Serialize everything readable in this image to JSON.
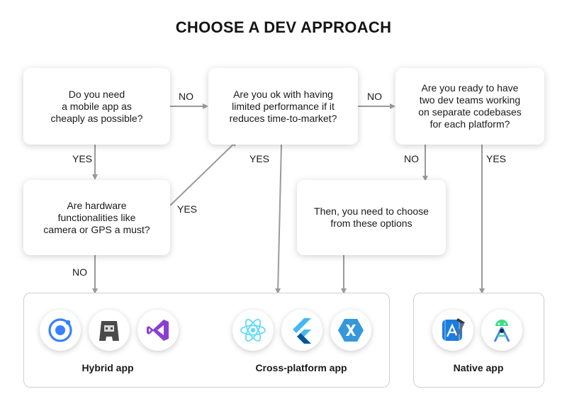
{
  "title": "CHOOSE A DEV APPROACH",
  "colors": {
    "arrow": "#9a9a9a",
    "group_border": "#cfcfcf",
    "ionic": "#3880ff",
    "vs": "#8a3fd1",
    "react": "#61dafb",
    "flutter": "#44b8f2",
    "xamarin": "#3498db",
    "xcode": "#1c7ce0",
    "android": "#3ddc84"
  },
  "nodes": {
    "q1": "Do you need\na mobile app as\ncheaply as possible?",
    "q2": "Are you ok with having\nlimited performance if it\nreduces time-to-market?",
    "q3": "Are you ready to have\ntwo dev teams working\non separate codebases\nfor each platform?",
    "q4": "Are hardware\nfunctionalities like\ncamera or GPS a must?",
    "q5": "Then, you need to choose\nfrom these options"
  },
  "edges": {
    "q1_no": "NO",
    "q2_no": "NO",
    "q1_yes": "YES",
    "q4_yes": "YES",
    "q2_yes": "YES",
    "q3_no": "NO",
    "q3_yes": "YES",
    "q4_no": "NO"
  },
  "groups": {
    "hybrid": {
      "label": "Hybrid app",
      "icons": [
        "ionic-icon",
        "cordova-icon",
        "visual-studio-icon"
      ]
    },
    "cross": {
      "label": "Cross-platform app",
      "icons": [
        "react-icon",
        "flutter-icon",
        "xamarin-icon"
      ]
    },
    "native": {
      "label": "Native app",
      "icons": [
        "xcode-icon",
        "android-studio-icon"
      ]
    }
  }
}
